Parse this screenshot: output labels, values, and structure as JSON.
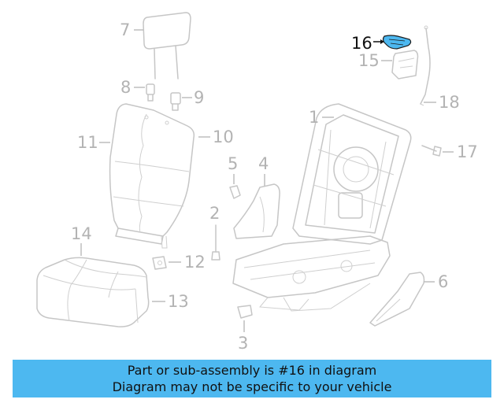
{
  "callouts": {
    "c1": "1",
    "c2": "2",
    "c3": "3",
    "c4": "4",
    "c5": "5",
    "c6": "6",
    "c7": "7",
    "c8": "8",
    "c9": "9",
    "c10": "10",
    "c11": "11",
    "c12": "12",
    "c13": "13",
    "c14": "14",
    "c15": "15",
    "c16": "16",
    "c17": "17",
    "c18": "18"
  },
  "highlight": {
    "part_number": "16",
    "color": "#4db8f0"
  },
  "banner": {
    "line1": "Part or sub-assembly is #16 in diagram",
    "line2": "Diagram may not be specific to your vehicle",
    "background": "#4db8f0"
  }
}
